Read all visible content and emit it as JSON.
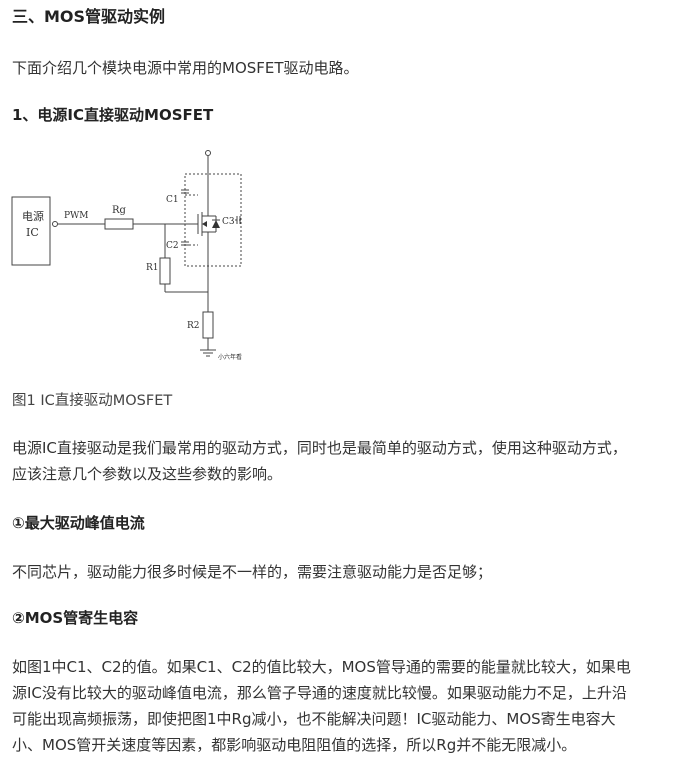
{
  "section_title": "三、MOS管驱动实例",
  "intro": "下面介绍几个模块电源中常用的MOSFET驱动电路。",
  "subsection_title": "1、电源IC直接驱动MOSFET",
  "figure": {
    "ic_label_line1": "电源",
    "ic_label_line2": "IC",
    "pwm_label": "PWM",
    "rg_label": "Rg",
    "c1_label": "C1",
    "c2_label": "C2",
    "c3_label": "C3",
    "r1_label": "R1",
    "r2_label": "R2",
    "watermark": "小六年看",
    "caption": "图1 IC直接驱动MOSFET"
  },
  "paragraph1": {
    "line1": "电源IC直接驱动是我们最常用的驱动方式，同时也是最简单的驱动方式，使用这种驱动方式，",
    "line2": "应该注意几个参数以及这些参数的影响。"
  },
  "heading1": "①最大驱动峰值电流",
  "paragraph2": "不同芯片，驱动能力很多时候是不一样的，需要注意驱动能力是否足够；",
  "heading2": "②MOS管寄生电容",
  "paragraph3": {
    "line1": "如图1中C1、C2的值。如果C1、C2的值比较大，MOS管导通的需要的能量就比较大，如果电",
    "line2": "源IC没有比较大的驱动峰值电流，那么管子导通的速度就比较慢。如果驱动能力不足，上升沿",
    "line3": "可能出现高频振荡，即使把图1中Rg减小，也不能解决问题！IC驱动能力、MOS寄生电容大",
    "line4": "小、MOS管开关速度等因素，都影响驱动电阻阻值的选择，所以Rg并不能无限减小。"
  }
}
